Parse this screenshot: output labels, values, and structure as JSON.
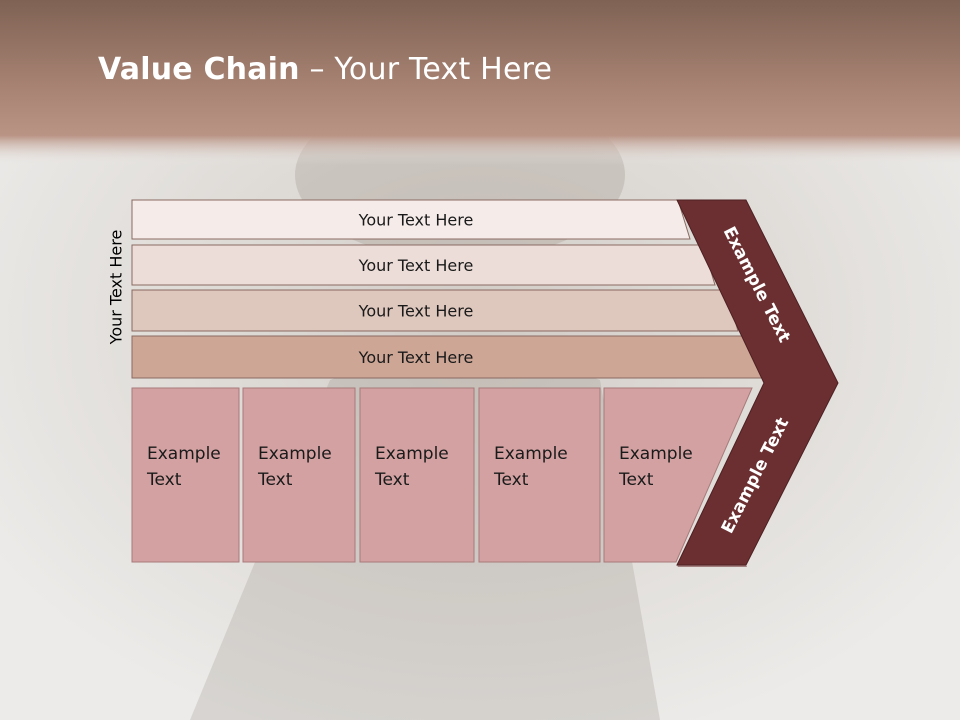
{
  "title": {
    "bold": "Value Chain",
    "rest": " – Your Text Here"
  },
  "side_label": "Your Text Here",
  "support_bars": [
    {
      "label": "Your Text Here",
      "color": "#f5ecea"
    },
    {
      "label": "Your Text Here",
      "color": "#ecddd8"
    },
    {
      "label": "Your Text Here",
      "color": "#dec7bd"
    },
    {
      "label": "Your Text Here",
      "color": "#cda696"
    }
  ],
  "primary_boxes": [
    {
      "line1": "Example",
      "line2": "Text"
    },
    {
      "line1": "Example",
      "line2": "Text"
    },
    {
      "line1": "Example",
      "line2": "Text"
    },
    {
      "line1": "Example",
      "line2": "Text"
    },
    {
      "line1": "Example",
      "line2": "Text"
    }
  ],
  "chevron": {
    "upper_label": "Example Text",
    "lower_label": "Example Text",
    "color": "#6b2f31"
  },
  "colors": {
    "header_band": "#a98474",
    "primary_box": "#d3a1a1",
    "primary_box_border": "#a87a7a"
  }
}
